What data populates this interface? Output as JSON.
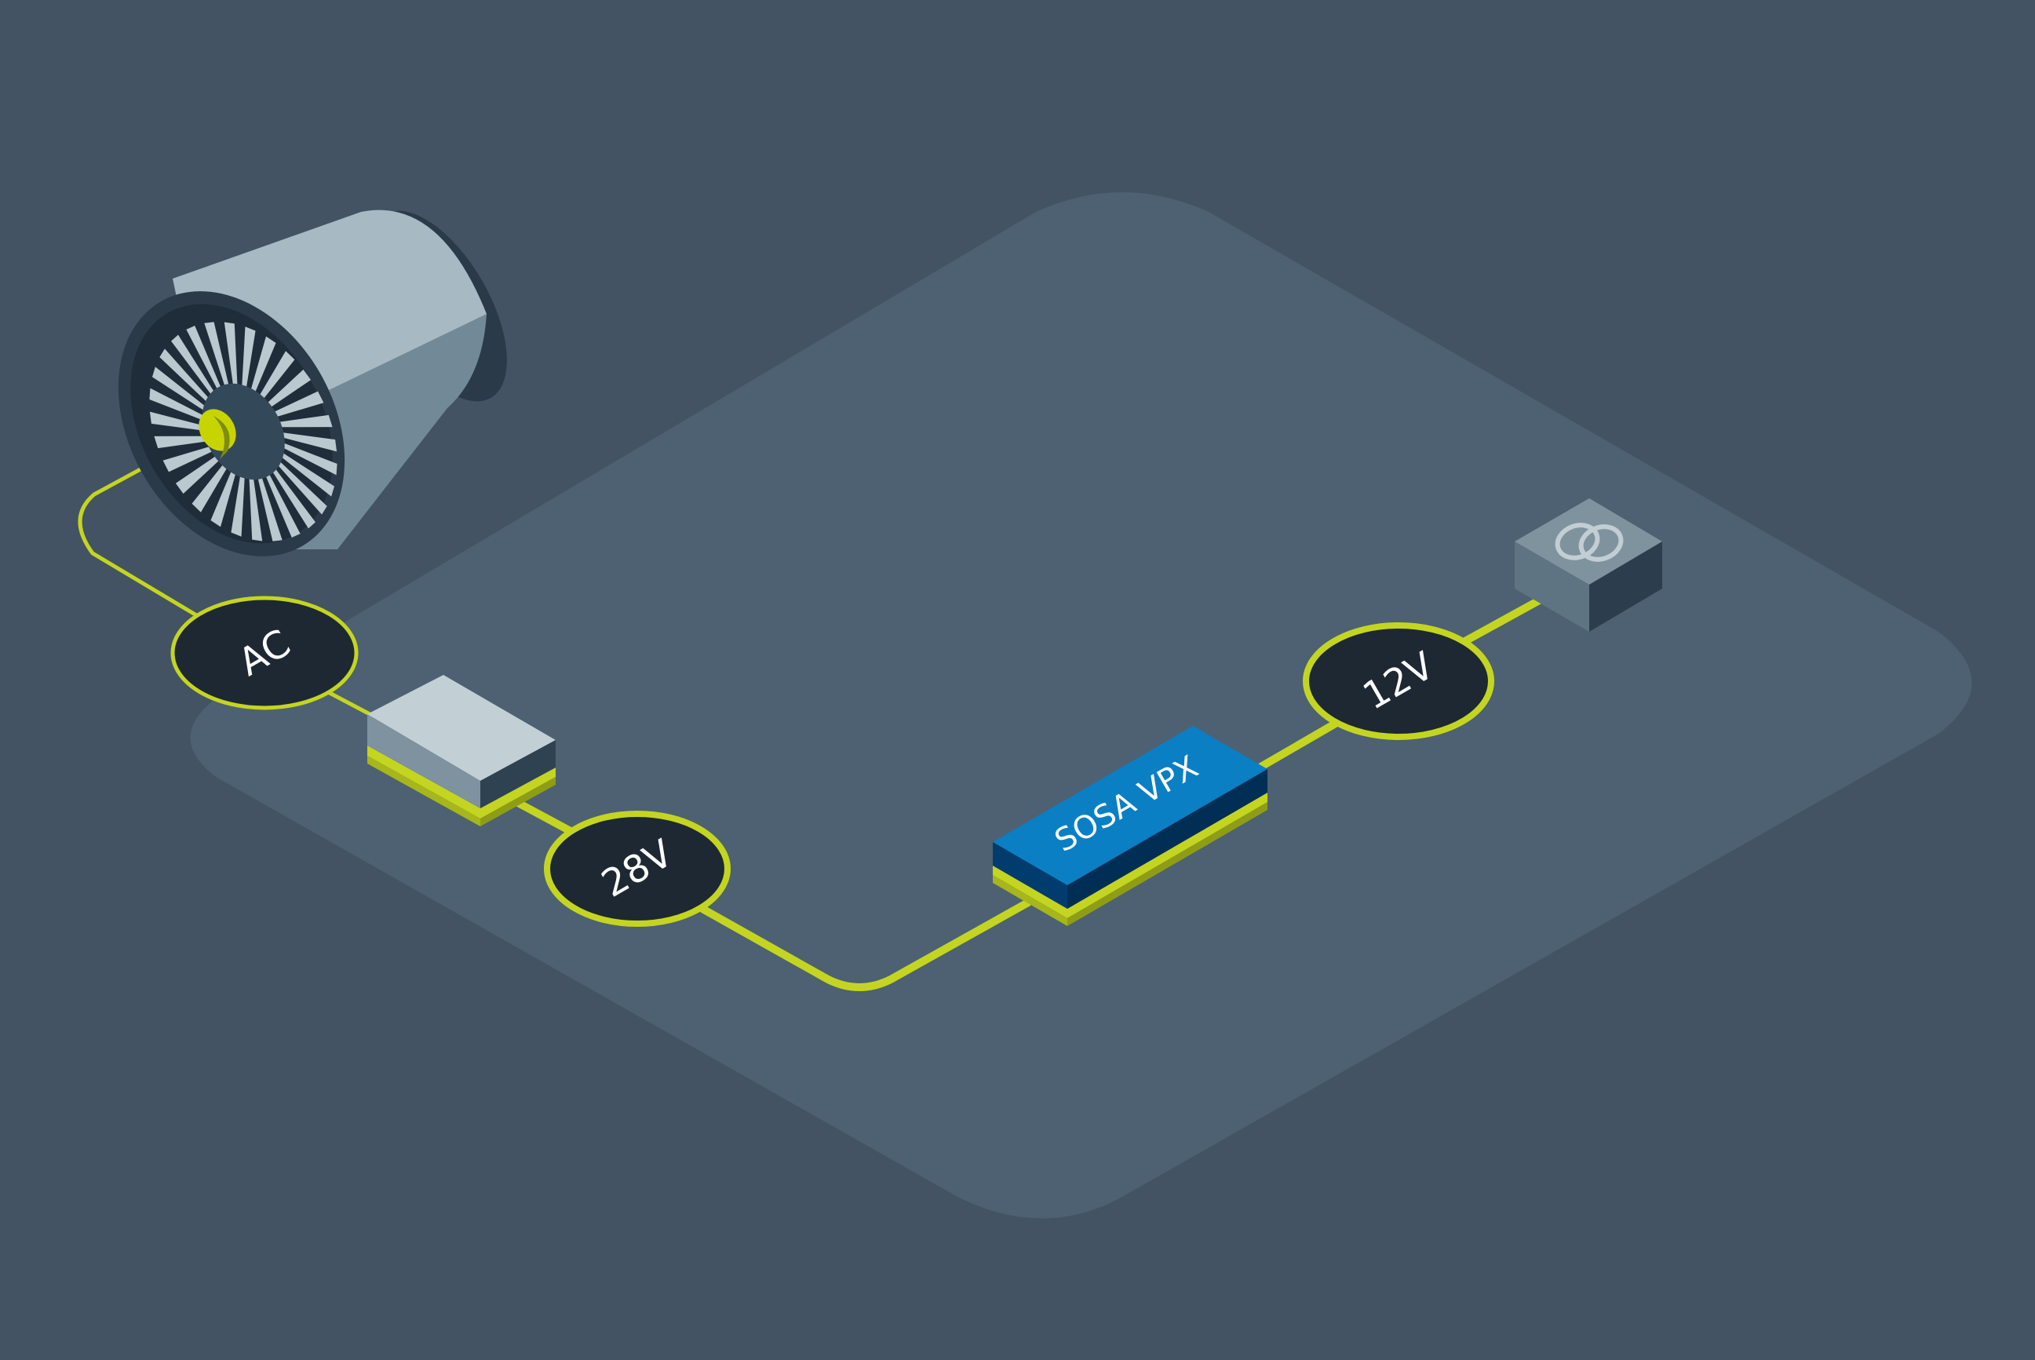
{
  "diagram": {
    "nodes": {
      "ac": {
        "label": "AC"
      },
      "v28": {
        "label": "28V"
      },
      "v12": {
        "label": "12V"
      },
      "sosa": {
        "label": "SOSA VPX"
      }
    },
    "colors": {
      "background": "#435363",
      "platform": "#4d6172",
      "wire": "#c4d521",
      "badge_fill": "#1d2833",
      "badge_text": "#ffffff",
      "sosa_top": "#0a7fc4",
      "sosa_front": "#003d6e",
      "engine_body": "#a7b9c3",
      "engine_shadow": "#728a98",
      "engine_rim": "#2a3a49",
      "blade": "#bac8cf",
      "hub": "#c8d400",
      "converter_top": "#c2d0d6",
      "converter_front": "#7e929f",
      "converter_side": "#2f4252",
      "endpoint_top": "#7f939f",
      "endpoint_left": "#5f7483",
      "endpoint_right": "#2c3e4e"
    },
    "icons": {
      "endpoint_symbol": "interlocking-rings-icon"
    }
  }
}
